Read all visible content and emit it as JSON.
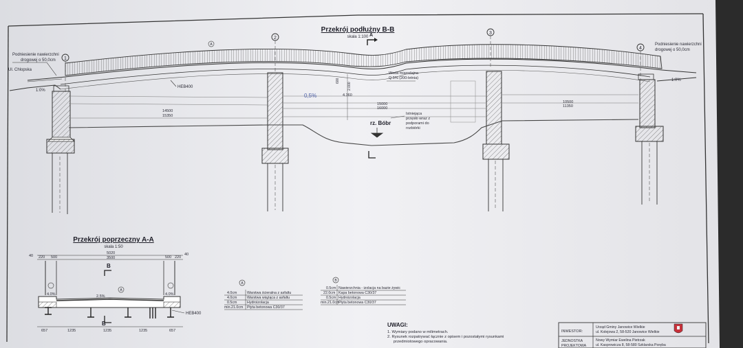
{
  "long_section": {
    "title": "Przekrój podłużny B-B",
    "scale": "skala 1:100",
    "section_marker": "A",
    "axes": [
      "1",
      "2",
      "3",
      "4"
    ],
    "detail_marker": "A",
    "left_raise": [
      "Podniesienie nawierzchni",
      "drogowej o 50,0cm"
    ],
    "right_raise": [
      "Podniesienie nawierzchni",
      "drogowej o 50,0cm"
    ],
    "street": "Ul. Chlopska",
    "slope_left": "1:0%",
    "slope_right": "1:0%",
    "beam": "HEB400",
    "water_level": [
      "Woda miarodajna",
      "Q 5% (200-letnia)"
    ],
    "water_pct": "0,5%",
    "elev_labels": [
      "4.360",
      "2.000",
      "600"
    ],
    "dims_left": [
      "14500",
      "15350"
    ],
    "dims_mid": [
      "15000",
      "16000"
    ],
    "dims_right": [
      "10500",
      "11350"
    ],
    "ice_note": [
      "Istniejąca",
      "przęsło wraz z",
      "podporami do",
      "rozbiórki"
    ],
    "river": "rz. Bóbr"
  },
  "cross_section": {
    "title": "Przekrój poprzeczny A-A",
    "scale": "skala 1:50",
    "dims_top": [
      "40",
      "220",
      "500",
      "5020",
      "3500",
      "500",
      "220",
      "40"
    ],
    "markers": [
      "B",
      "A",
      "B"
    ],
    "slopes": [
      "4.0%",
      "2.5%",
      "4.0%"
    ],
    "beam": "HEB400",
    "dims_bottom": [
      "657",
      "1235",
      "1235",
      "1235",
      "657"
    ]
  },
  "layers_a": {
    "marker": "A",
    "rows": [
      [
        "4.0cm",
        "Warstwa ścieralna z asfaltu"
      ],
      [
        "4.0cm",
        "Warstwa wiążąca z asfaltu"
      ],
      [
        "0.5cm",
        "Hydroizolacja"
      ],
      [
        "min.21.0cm",
        "Płyta betonowa C30/37"
      ]
    ]
  },
  "layers_b": {
    "marker": "B",
    "rows": [
      [
        "0.5cm",
        "Nawierzchnia - izolacja na bazie żywic"
      ],
      [
        "22.0cm",
        "Kapa betonowa C30/37"
      ],
      [
        "0.5cm",
        "Hydroizolacja"
      ],
      [
        "min.21.0cm",
        "Płyta betonowa C30/37"
      ]
    ]
  },
  "notes": {
    "title": "UWAGI:",
    "items": [
      "1. Wymiary podano w milimetrach.",
      "2. Rysunek rozpatrywać łącznie z opisem i pozostałymi rysunkami",
      "przedmiotowego opracowania."
    ]
  },
  "title_block": {
    "investor_label": "INWESTOR:",
    "investor": [
      "Urząd Gminy Janowice Wielkie",
      "ul. Kolejowa 2, 58-520 Janowice Wielkie"
    ],
    "unit_label": [
      "JEDNOSTKA",
      "PROJEKTOWA"
    ],
    "unit": [
      "Nowy Wymiar Ewelina Pietrzak",
      "ul. Kasprowicza 8, 58-580 Szklarska Poręba"
    ]
  }
}
